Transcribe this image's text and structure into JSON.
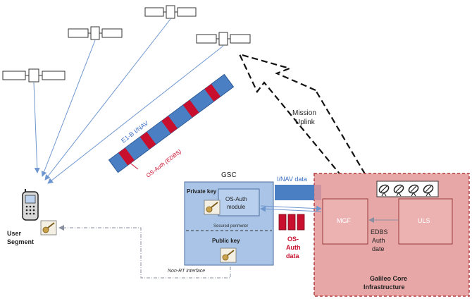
{
  "labels": {
    "e1b_inav": "E1-B I/NAV",
    "os_auth_edbs": "OS-Auth (EDBS)",
    "mission_uplink_line1": "Mission",
    "mission_uplink_line2": "Uplink",
    "gsc": "GSC",
    "inav_data": "I/NAV data",
    "private_key": "Private key",
    "os_auth_module_line1": "OS-Auth",
    "os_auth_module_line2": "module",
    "secured_perimeter": "Secured perimeter",
    "public_key": "Public key",
    "os_auth_data_line1": "OS-",
    "os_auth_data_line2": "Auth",
    "os_auth_data_line3": "data",
    "mgf": "MGF",
    "uls": "ULS",
    "edbs_line1": "EDBS",
    "edbs_line2": "Auth",
    "edbs_line3": "date",
    "galileo_core_line1": "Galileo Core",
    "galileo_core_line2": "Infrastructure",
    "user_segment_line1": "User",
    "user_segment_line2": "Segment",
    "non_rt_interface": "Non-RT interface"
  },
  "colors": {
    "signal_band": "#4a7fc4",
    "signal_block": "#c8102e",
    "gsc_fill": "#a9c4e6",
    "gsc_stroke": "#4a6fa0",
    "core_fill": "#e8a7a7",
    "core_stroke": "#b23a3a",
    "arrow_blue": "#6f97cf",
    "label_blue": "#3a6fc4",
    "label_red": "#c8102e"
  },
  "icons": [
    "satellite-icon",
    "phone-icon",
    "key-icon",
    "antenna-icon"
  ]
}
